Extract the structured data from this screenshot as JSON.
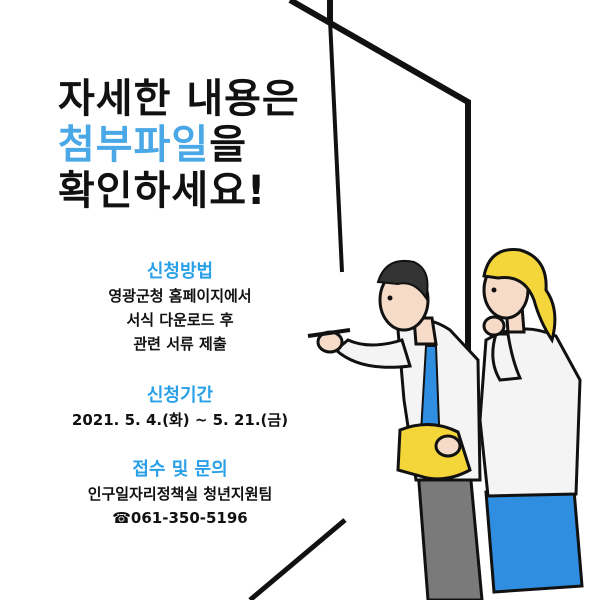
{
  "headline": {
    "line1": "자세한 내용은",
    "line2_highlight": "첨부파일",
    "line2_rest": "을",
    "line3": "확인하세요!"
  },
  "apply_method": {
    "title": "신청방법",
    "lines": [
      "영광군청 홈페이지에서",
      "서식 다운로드 후",
      "관련 서류 제출"
    ]
  },
  "apply_period": {
    "title": "신청기간",
    "dates": "2021. 5. 4.(화) ~ 5. 21.(금)"
  },
  "contact": {
    "title": "접수 및 문의",
    "office": "인구일자리정책실 청년지원팀",
    "phone_icon": "☎",
    "phone": "061-350-5196"
  },
  "colors": {
    "accent_blue": "#2aa0e8",
    "headline_blue": "#4aa8e6",
    "text": "#111111"
  }
}
